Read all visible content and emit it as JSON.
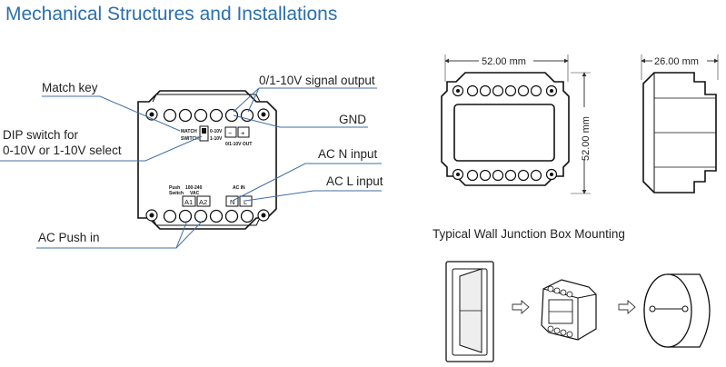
{
  "title": "Mechanical Structures and Installations",
  "callouts": {
    "match_key": "Match key",
    "signal_output": "0/1-10V signal output",
    "gnd": "GND",
    "dip_switch_line1": "DIP switch for",
    "dip_switch_line2": "0-10V or 1-10V select",
    "ac_n_input": "AC N input",
    "ac_l_input": "AC L input",
    "ac_push_in": "AC Push in"
  },
  "device_labels": {
    "match": "MATCH",
    "switch": "SWITCH",
    "opt_0_10v": "0-10V",
    "opt_1_10v": "1-10V",
    "out_minus": "−",
    "out_plus": "+",
    "out_label": "0/1-10V OUT",
    "push_switch_1": "Push",
    "push_switch_2": "Switch",
    "push_voltage_1": "100-240",
    "push_voltage_2": "VAC",
    "term_a1": "A1",
    "term_a2": "A2",
    "ac_in": "AC IN",
    "term_n": "N",
    "term_l": "L"
  },
  "dimensions": {
    "width": "52.00 mm",
    "height": "52.00 mm",
    "depth": "26.00 mm"
  },
  "mounting_caption": "Typical Wall Junction Box Mounting",
  "colors": {
    "title": "#2b6fb0",
    "leader_line": "#3f6fa6"
  }
}
